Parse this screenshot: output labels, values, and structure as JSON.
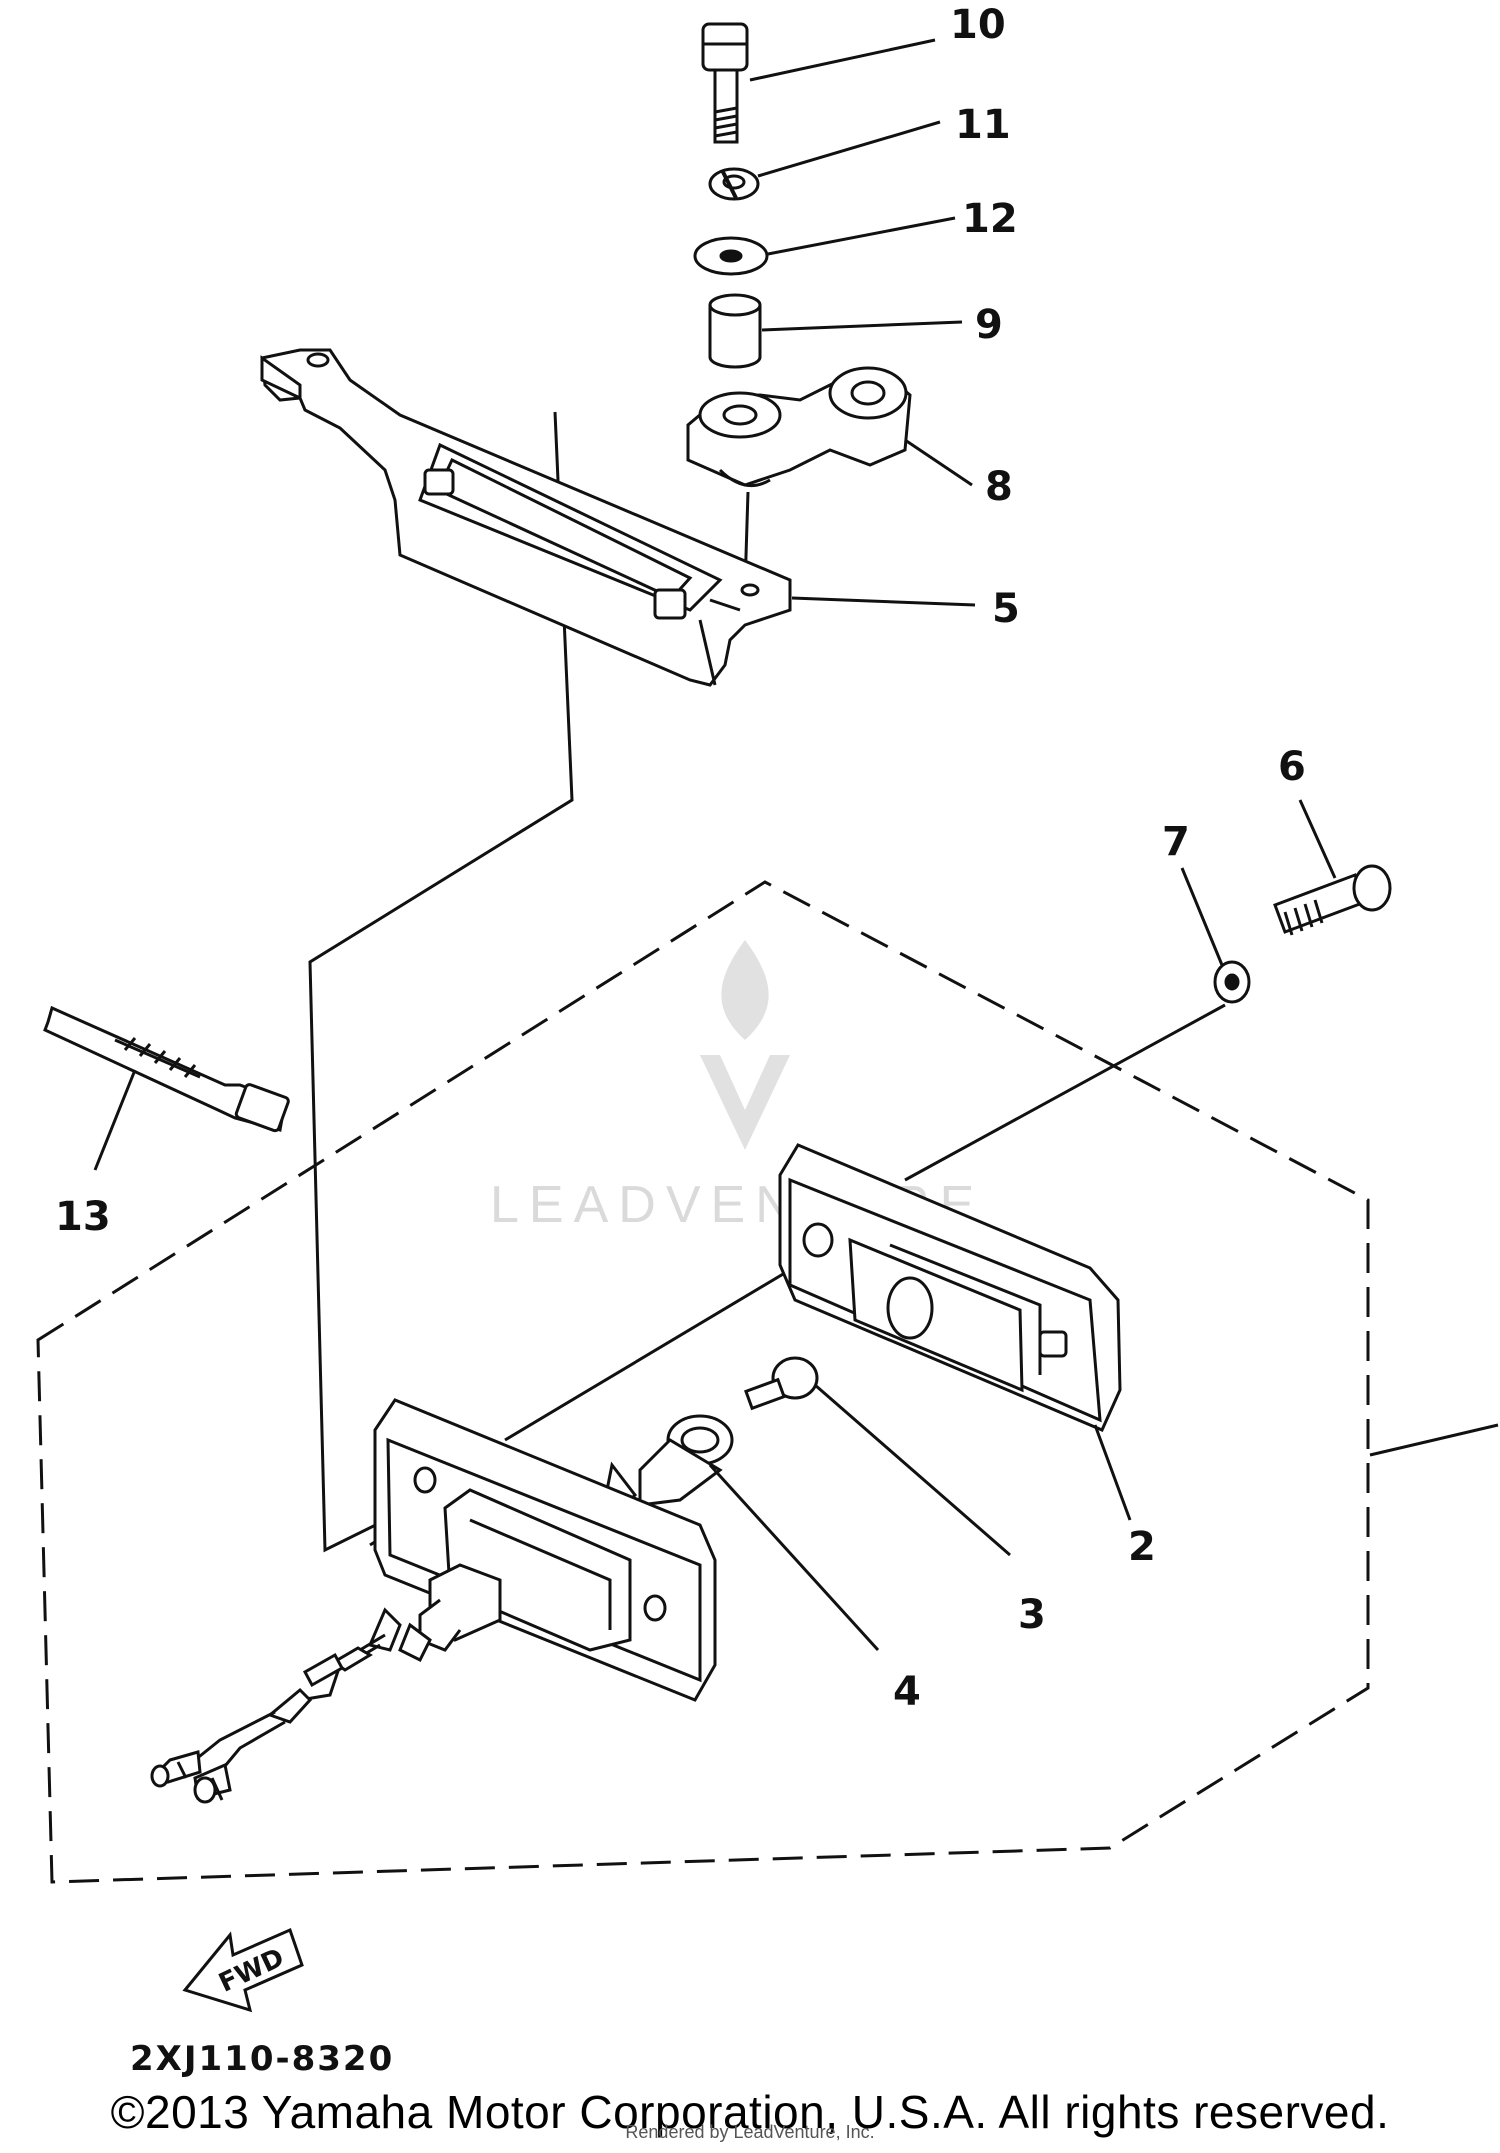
{
  "diagram": {
    "callouts": [
      "10",
      "11",
      "12",
      "9",
      "8",
      "5",
      "6",
      "7",
      "13",
      "2",
      "3",
      "4"
    ],
    "drawing_code": "2XJ110-8320",
    "fwd_label": "FWD",
    "watermark": "LEADVENTURE"
  },
  "footer": {
    "copyright": "©2013 Yamaha Motor Corporation, U.S.A. All rights reserved.",
    "rendered_by": "Rendered by LeadVenture, Inc."
  }
}
